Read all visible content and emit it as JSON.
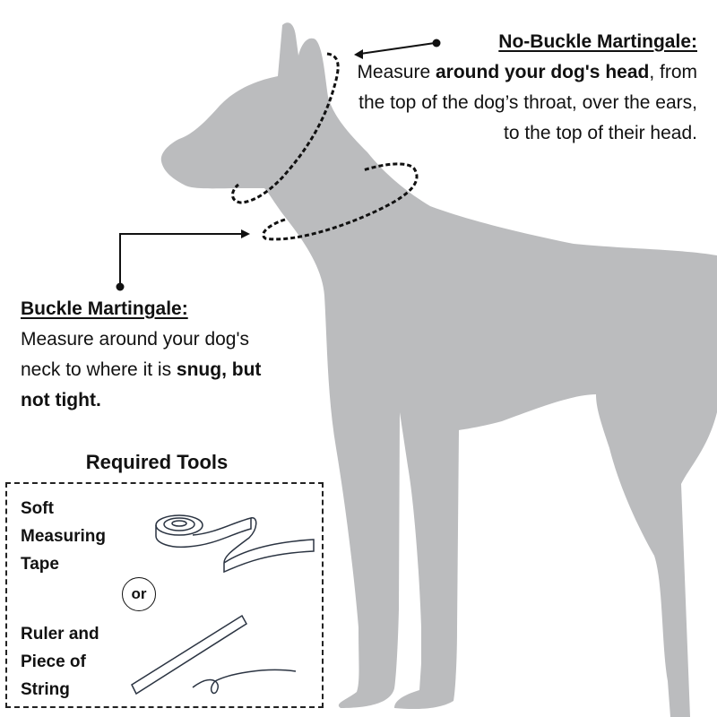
{
  "no_buckle": {
    "heading": "No-Buckle Martingale:",
    "text_1": "Measure ",
    "bold_1": "around your dog's head",
    "text_2": ", from the top of the dog’s throat, over the ears, to the top of their head."
  },
  "buckle": {
    "heading": "Buckle Martingale:",
    "text_1": "Measure around your dog's neck to where it is ",
    "bold_1": "snug, but not tight."
  },
  "tools": {
    "title": "Required Tools",
    "option_1": "Soft Measuring Tape",
    "separator": "or",
    "option_2": "Ruler and Piece of String"
  },
  "colors": {
    "silhouette": "#bbbcbe",
    "ink": "#111111",
    "tool_ink": "#2b3442"
  }
}
